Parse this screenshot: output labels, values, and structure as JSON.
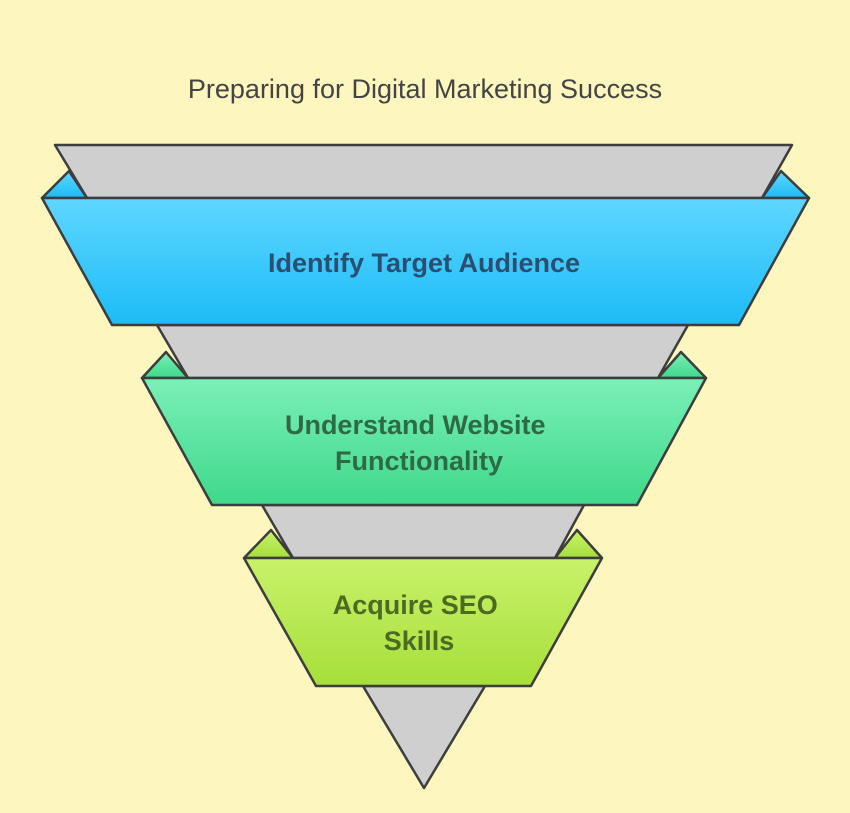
{
  "diagram": {
    "title": "Preparing for Digital Marketing Success",
    "stages": [
      {
        "lines": [
          "Identify Target Audience"
        ],
        "text_color": "#2a4f72",
        "gradient_top": "#5fd6ff",
        "gradient_bottom": "#1cbcf7"
      },
      {
        "lines": [
          "Understand Website",
          "Functionality"
        ],
        "text_color": "#2e6a45",
        "gradient_top": "#7af0b8",
        "gradient_bottom": "#3fd88a"
      },
      {
        "lines": [
          "Acquire SEO",
          "Skills"
        ],
        "text_color": "#4d6a22",
        "gradient_top": "#c8f26a",
        "gradient_bottom": "#a6df3a"
      }
    ],
    "colors": {
      "background": "#fdf6bf",
      "funnel_gray": "#cfcfcf",
      "outline": "#3d3d3d"
    }
  }
}
